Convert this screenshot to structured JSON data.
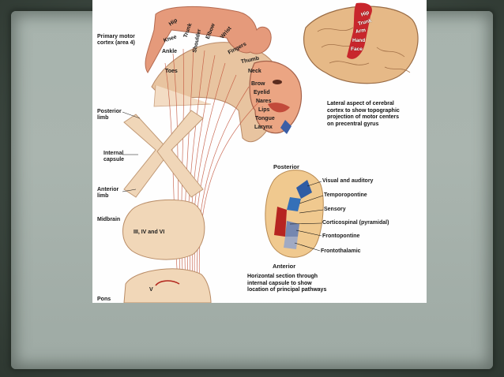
{
  "left_labels": {
    "primary_motor": "Primary motor\ncortex (area 4)",
    "posterior_limb": "Posterior\nlimb",
    "internal_capsule": "Internal\ncapsule",
    "anterior_limb": "Anterior\nlimb",
    "midbrain": "Midbrain",
    "pons": "Pons"
  },
  "nuclei": {
    "cn_3_4_6": "III, IV and VI",
    "cn_5": "V"
  },
  "homunculus_parts": [
    "Hip",
    "Trunk",
    "Shoulder",
    "Elbow",
    "Wrist",
    "Fingers",
    "Thumb",
    "Neck",
    "Brow",
    "Eyelid",
    "Nares",
    "Lips",
    "Tongue",
    "Larynx",
    "Knee",
    "Ankle",
    "Toes"
  ],
  "brain_parts": {
    "hip": "Hip",
    "trunk": "Trunk",
    "arm": "Arm",
    "hand": "Hand",
    "face": "Face"
  },
  "lateral_caption": "Lateral aspect of cerebral\ncortex to show topographic\nprojection of motor centers\non precentral gyrus",
  "section": {
    "posterior": "Posterior",
    "anterior": "Anterior",
    "pathways": [
      "Visual and auditory",
      "Temporopontine",
      "Sensory",
      "Corticospinal (pyramidal)",
      "Frontopontine",
      "Frontothalamic"
    ],
    "caption": "Horizontal section through\ninternal capsule to show\nlocation of principal pathways"
  }
}
